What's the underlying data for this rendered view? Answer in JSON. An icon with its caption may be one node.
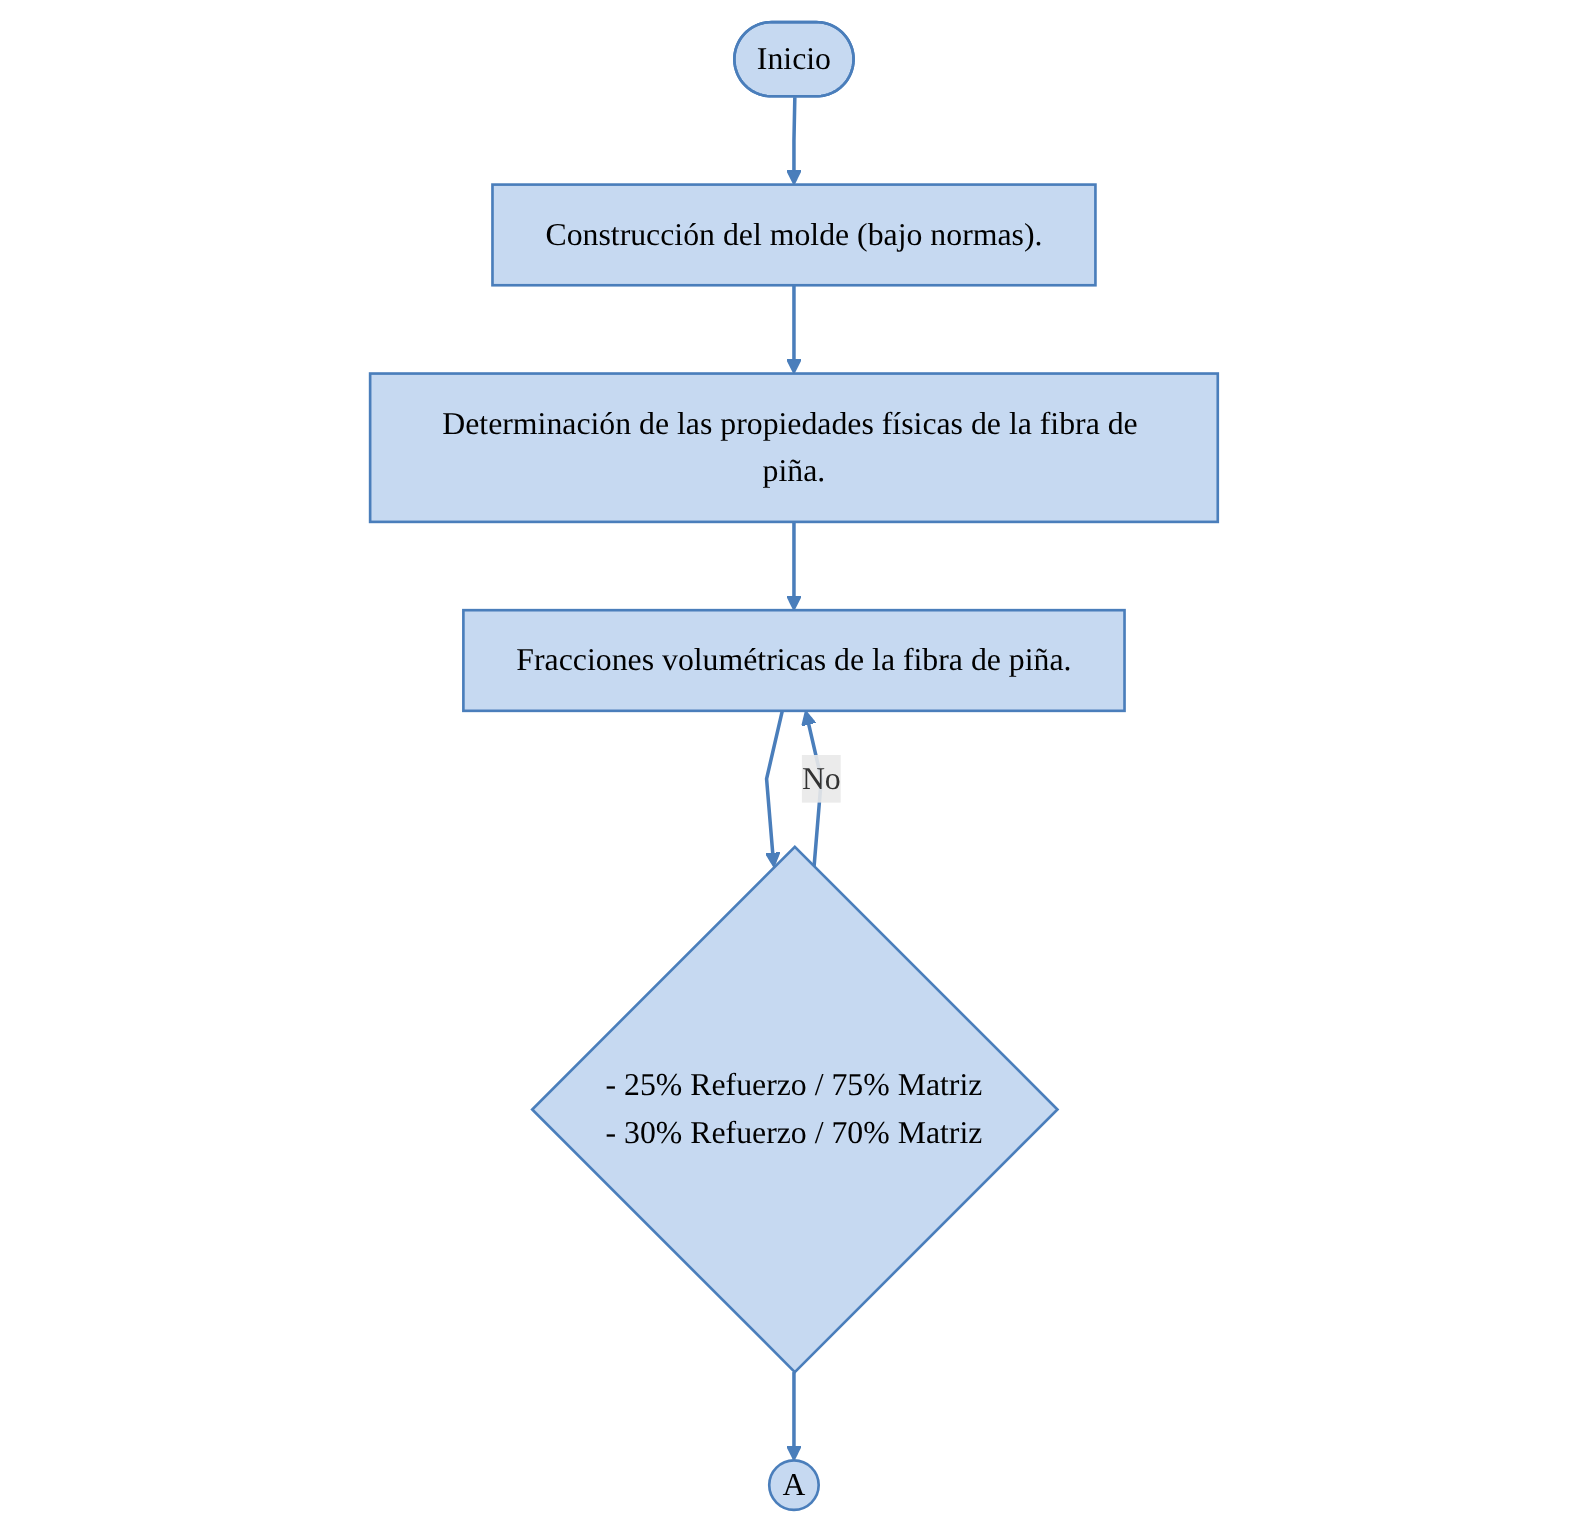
{
  "diagram": {
    "nodes": [
      {
        "text": [
          "Inicio"
        ]
      },
      {
        "text": [
          "Construcción del molde (bajo normas)."
        ]
      },
      {
        "text": [
          "Determinación de las propiedades físicas de la fibra de piña."
        ]
      },
      {
        "text": [
          "Fracciones volumétricas de la fibra de piña."
        ]
      },
      {
        "text": [
          "- 25% Refuerzo / 75% Matriz",
          "- 30% Refuerzo / 70% Matriz"
        ]
      },
      {
        "text": [
          "A"
        ]
      }
    ],
    "edges": [
      {
        "from": 0,
        "to": 1,
        "arrow": "to"
      },
      {
        "from": 1,
        "to": 2,
        "arrow": "to"
      },
      {
        "from": 2,
        "to": 3,
        "arrow": "to"
      },
      {
        "from": 3,
        "to": 4,
        "arrow": "to"
      },
      {
        "from": 4,
        "to": 3,
        "arrow": "to",
        "label": "No"
      },
      {
        "from": 4,
        "to": 5,
        "arrow": "to"
      }
    ]
  }
}
